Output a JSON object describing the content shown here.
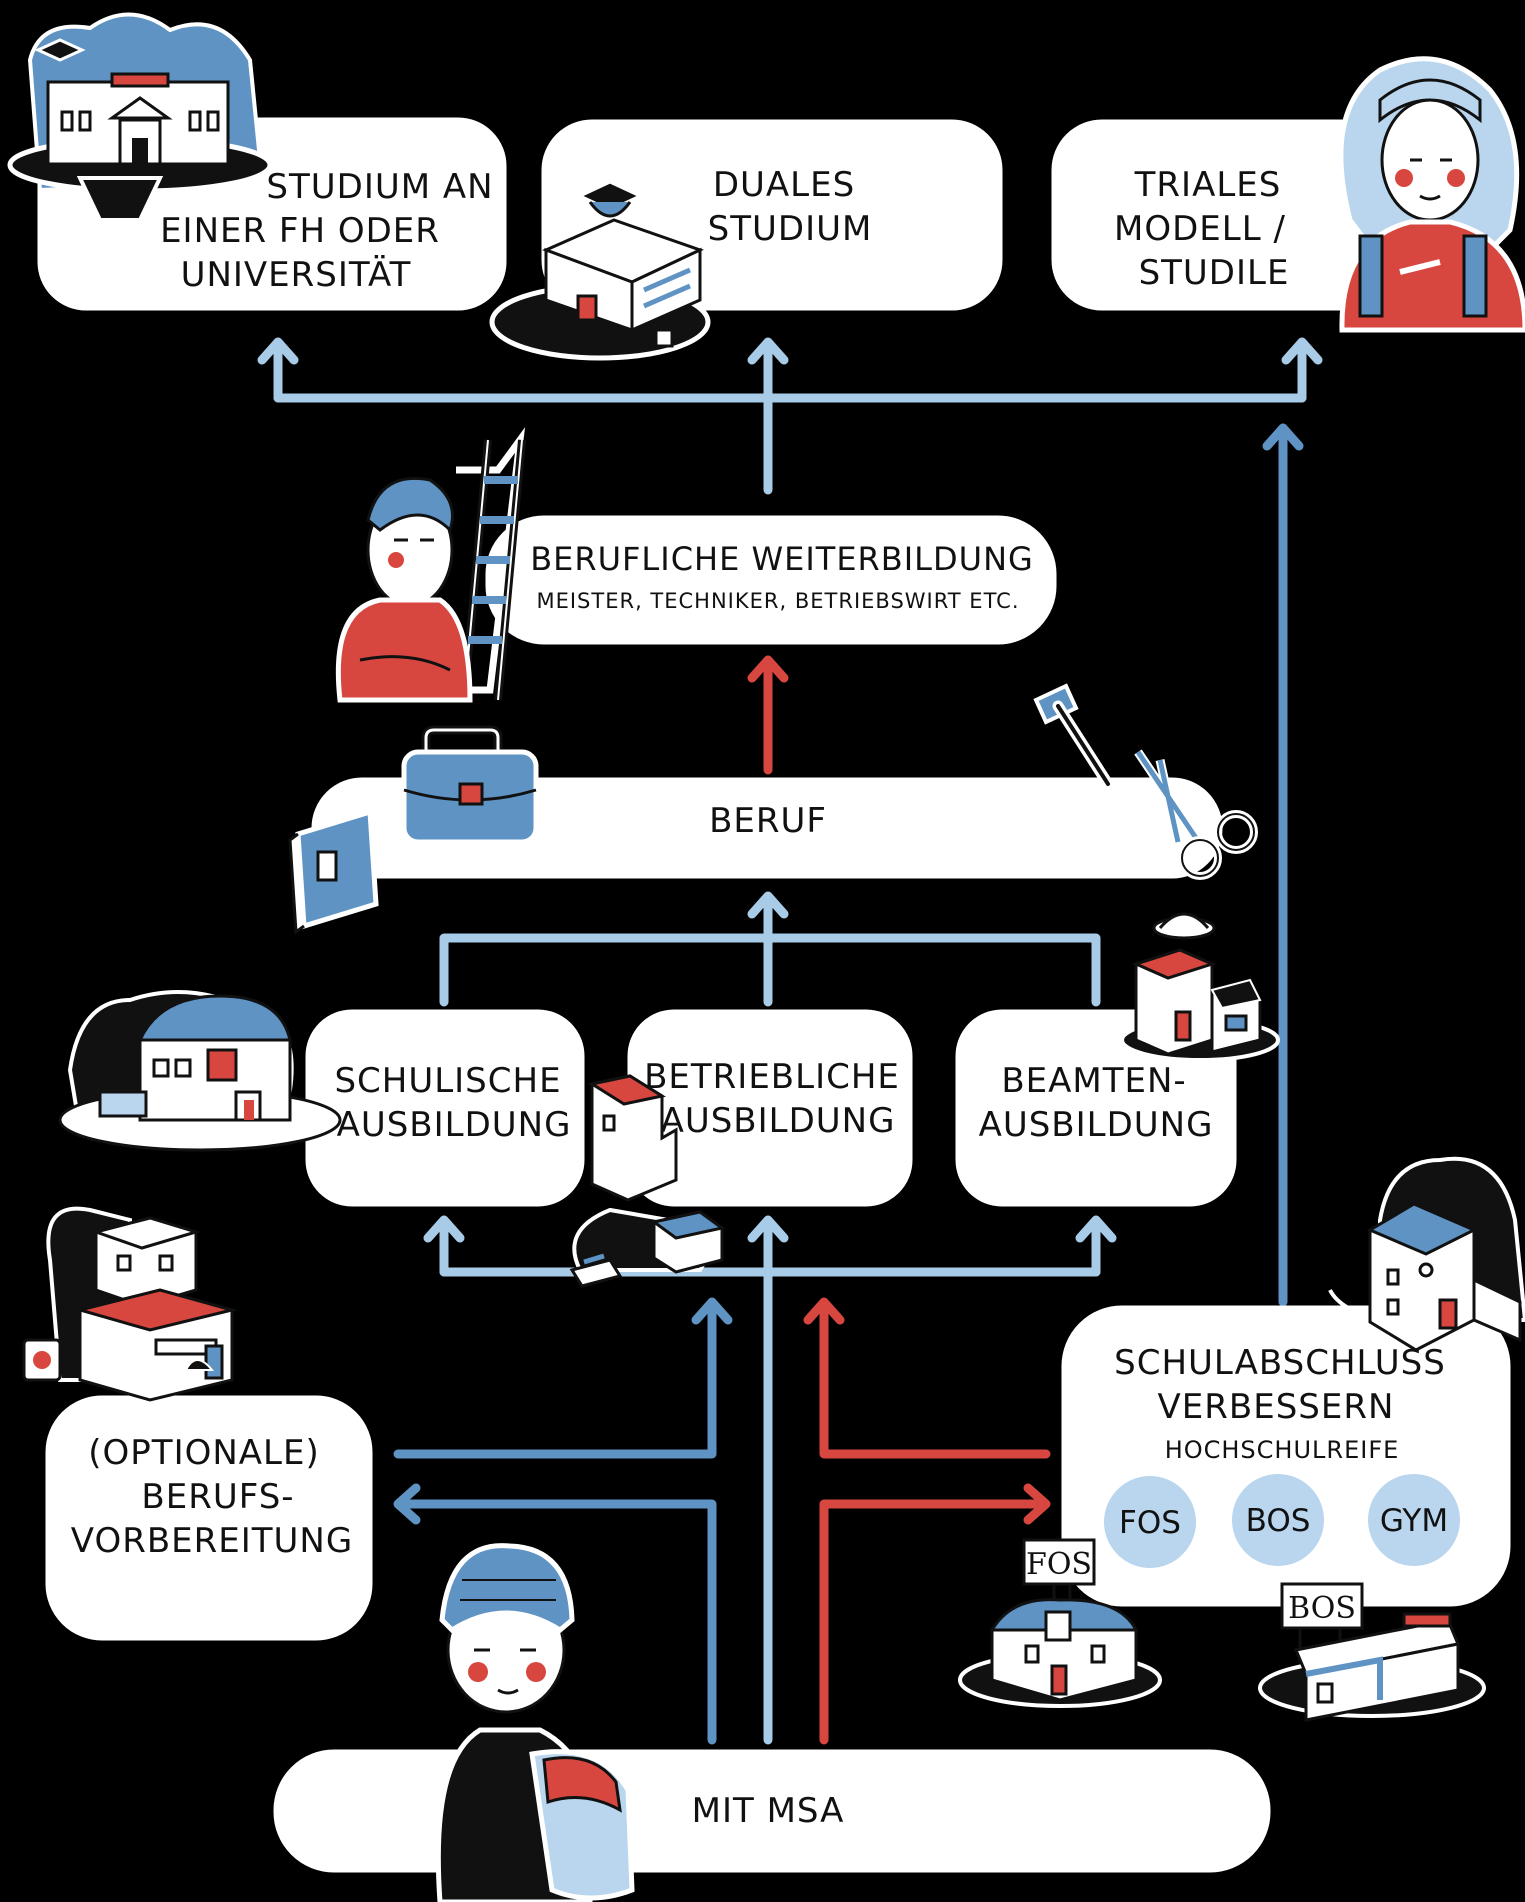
{
  "colors": {
    "background": "#000000",
    "box": "#ffffff",
    "light_blue": "#a8cbe8",
    "mid_blue": "#5e93c4",
    "red": "#d74740",
    "pill": "#b9d6ee"
  },
  "nodes": {
    "studium_fh": {
      "lines": [
        "STUDIUM AN",
        "EINER FH ODER",
        "UNIVERSITÄT"
      ]
    },
    "duales_studium": {
      "lines": [
        "DUALES",
        "STUDIUM"
      ]
    },
    "triales_modell": {
      "lines": [
        "TRIALES",
        "MODELL /",
        "STUDILE"
      ]
    },
    "weiterbildung": {
      "title": "BERUFLICHE WEITERBILDUNG",
      "subtitle": "MEISTER, TECHNIKER, BETRIEBSWIRT ETC."
    },
    "beruf": {
      "label": "BERUF"
    },
    "schulische": {
      "lines": [
        "SCHULISCHE",
        "AUSBILDUNG"
      ]
    },
    "betriebliche": {
      "lines": [
        "BETRIEBLICHE",
        "AUSBILDUNG"
      ]
    },
    "beamten": {
      "lines": [
        "BEAMTEN-",
        "AUSBILDUNG"
      ]
    },
    "berufsvorbereitung": {
      "lines": [
        "(OPTIONALE)",
        "BERUFS-",
        "VORBEREITUNG"
      ]
    },
    "schulabschluss": {
      "lines": [
        "SCHULABSCHLUSS",
        "VERBESSERN"
      ],
      "subtitle": "HOCHSCHULREIFE",
      "pills": [
        "FOS",
        "BOS",
        "GYM"
      ]
    },
    "msa": {
      "label": "MIT MSA"
    }
  },
  "illustrations": {
    "university": "university-building-icon",
    "dual_building": "office-building-icon",
    "woman": "student-woman-illustration",
    "man_ladder": "man-with-ladder-illustration",
    "briefcase": "briefcase-icon",
    "binder": "folder-binder-icon",
    "hammer": "hammer-icon",
    "scissors": "scissors-icon",
    "school": "school-building-icon",
    "company": "company-building-icon",
    "police": "police-station-icon",
    "prep_building": "training-center-icon",
    "upper_school": "secondary-school-icon",
    "fos_sign": "FOS",
    "bos_sign": "BOS",
    "student": "student-with-backpack-illustration"
  }
}
